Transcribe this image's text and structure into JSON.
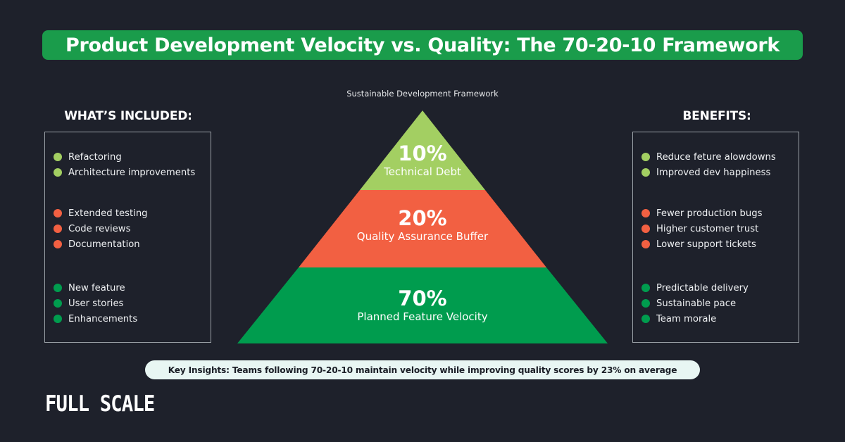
{
  "title": "Product Development Velocity vs. Quality: The 70-20-10 Framework",
  "colors": {
    "background": "#1e212b",
    "title_bar": "#1a9c4b",
    "light_green": "#a3cf62",
    "orange": "#f26042",
    "green": "#009c4e",
    "insight_bg": "#e8f6f3"
  },
  "left_panel": {
    "heading": "WHAT’S INCLUDED:",
    "groups": [
      {
        "color": "#a3cf62",
        "items": [
          "Refactoring",
          "Architecture improvements"
        ]
      },
      {
        "color": "#f26042",
        "items": [
          "Extended testing",
          "Code reviews",
          "Documentation"
        ]
      },
      {
        "color": "#009c4e",
        "items": [
          "New feature",
          "User stories",
          "Enhancements"
        ]
      }
    ]
  },
  "right_panel": {
    "heading": "BENEFITS:",
    "groups": [
      {
        "color": "#a3cf62",
        "items": [
          "Reduce feture alowdowns",
          "Improved dev happiness"
        ]
      },
      {
        "color": "#f26042",
        "items": [
          "Fewer production bugs",
          "Higher customer trust",
          "Lower support tickets"
        ]
      },
      {
        "color": "#009c4e",
        "items": [
          "Predictable delivery",
          "Sustainable pace",
          "Team morale"
        ]
      }
    ]
  },
  "pyramid": {
    "subtitle": "Sustainable Development Framework",
    "tiers": [
      {
        "percent": "10%",
        "label": "Technical Debt",
        "color": "#a3cf62"
      },
      {
        "percent": "20%",
        "label": "Quality Assurance Buffer",
        "color": "#f26042"
      },
      {
        "percent": "70%",
        "label": "Planned Feature Velocity",
        "color": "#009c4e"
      }
    ]
  },
  "insight": "Key Insights: Teams following 70-20-10 maintain velocity while improving quality scores by 23% on average",
  "logo": "FULL SCALE"
}
